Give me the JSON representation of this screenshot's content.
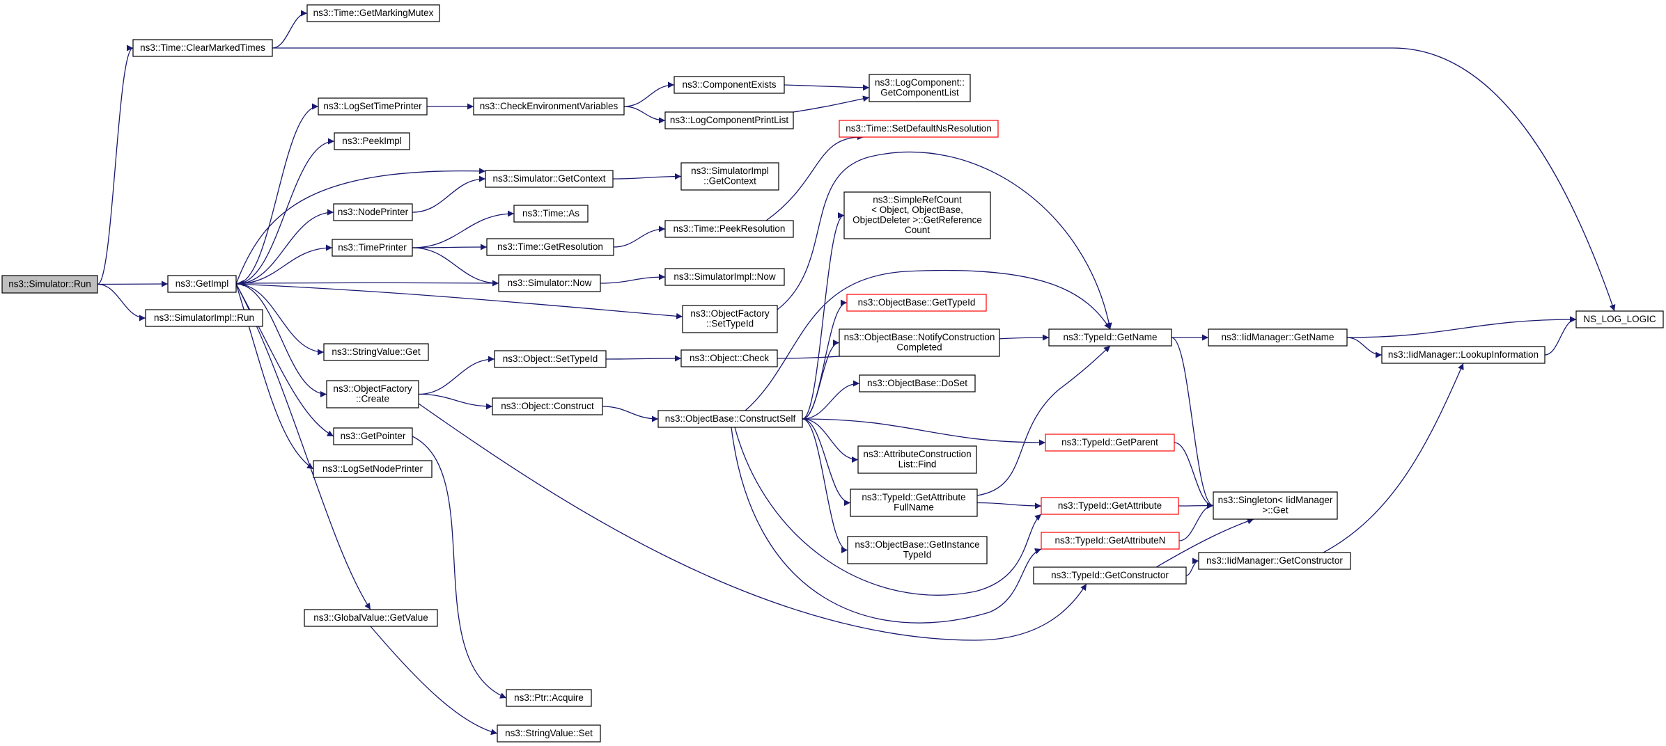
{
  "colors": {
    "edge": "#191970",
    "node_border": "#000000",
    "node_border_truncated": "#ff0000",
    "root_fill": "#bfbfbf",
    "node_fill": "#ffffff"
  },
  "nodes": [
    {
      "id": "run",
      "lines": [
        "ns3::Simulator::Run"
      ],
      "style": "root"
    },
    {
      "id": "clearMarked",
      "lines": [
        "ns3::Time::ClearMarkedTimes"
      ]
    },
    {
      "id": "getMarkingMutex",
      "lines": [
        "ns3::Time::GetMarkingMutex"
      ]
    },
    {
      "id": "getImpl",
      "lines": [
        "ns3::GetImpl"
      ]
    },
    {
      "id": "simImplRun",
      "lines": [
        "ns3::SimulatorImpl::Run"
      ]
    },
    {
      "id": "logSetTimePrinter",
      "lines": [
        "ns3::LogSetTimePrinter"
      ]
    },
    {
      "id": "checkEnv",
      "lines": [
        "ns3::CheckEnvironmentVariables"
      ]
    },
    {
      "id": "componentExists",
      "lines": [
        "ns3::ComponentExists"
      ]
    },
    {
      "id": "logCompPrintList",
      "lines": [
        "ns3::LogComponentPrintList"
      ]
    },
    {
      "id": "getComponentList",
      "lines": [
        "ns3::LogComponent::",
        "GetComponentList"
      ]
    },
    {
      "id": "peekImpl",
      "lines": [
        "ns3::PeekImpl"
      ]
    },
    {
      "id": "simGetContext",
      "lines": [
        "ns3::Simulator::GetContext"
      ]
    },
    {
      "id": "simImplGetContext",
      "lines": [
        "ns3::SimulatorImpl",
        "::GetContext"
      ]
    },
    {
      "id": "nodePrinter",
      "lines": [
        "ns3::NodePrinter"
      ]
    },
    {
      "id": "timeAs",
      "lines": [
        "ns3::Time::As"
      ]
    },
    {
      "id": "timePrinter",
      "lines": [
        "ns3::TimePrinter"
      ]
    },
    {
      "id": "timeGetRes",
      "lines": [
        "ns3::Time::GetResolution"
      ]
    },
    {
      "id": "timePeekRes",
      "lines": [
        "ns3::Time::PeekResolution"
      ]
    },
    {
      "id": "setDefaultNs",
      "lines": [
        "ns3::Time::SetDefaultNsResolution"
      ],
      "style": "truncated"
    },
    {
      "id": "simNow",
      "lines": [
        "ns3::Simulator::Now"
      ]
    },
    {
      "id": "simImplNow",
      "lines": [
        "ns3::SimulatorImpl::Now"
      ]
    },
    {
      "id": "ofSetTypeId",
      "lines": [
        "ns3::ObjectFactory",
        "::SetTypeId"
      ]
    },
    {
      "id": "simpleRefCount",
      "lines": [
        "ns3::SimpleRefCount",
        "< Object, ObjectBase,",
        " ObjectDeleter >::GetReference",
        "Count"
      ]
    },
    {
      "id": "obGetTypeId",
      "lines": [
        "ns3::ObjectBase::GetTypeId"
      ],
      "style": "truncated"
    },
    {
      "id": "stringValueGet",
      "lines": [
        "ns3::StringValue::Get"
      ]
    },
    {
      "id": "ofCreate",
      "lines": [
        "ns3::ObjectFactory",
        "::Create"
      ]
    },
    {
      "id": "objSetTypeId",
      "lines": [
        "ns3::Object::SetTypeId"
      ]
    },
    {
      "id": "objCheck",
      "lines": [
        "ns3::Object::Check"
      ]
    },
    {
      "id": "obNotify",
      "lines": [
        "ns3::ObjectBase::NotifyConstruction",
        "Completed"
      ]
    },
    {
      "id": "obDoSet",
      "lines": [
        "ns3::ObjectBase::DoSet"
      ]
    },
    {
      "id": "objConstruct",
      "lines": [
        "ns3::Object::Construct"
      ]
    },
    {
      "id": "obConstructSelf",
      "lines": [
        "ns3::ObjectBase::ConstructSelf"
      ]
    },
    {
      "id": "getPointer",
      "lines": [
        "ns3::GetPointer"
      ]
    },
    {
      "id": "attrFind",
      "lines": [
        "ns3::AttributeConstruction",
        "List::Find"
      ]
    },
    {
      "id": "logSetNodePrinter",
      "lines": [
        "ns3::LogSetNodePrinter"
      ]
    },
    {
      "id": "tidGetAttrFullName",
      "lines": [
        "ns3::TypeId::GetAttribute",
        "FullName"
      ]
    },
    {
      "id": "obGetInstanceTypeId",
      "lines": [
        "ns3::ObjectBase::GetInstance",
        "TypeId"
      ]
    },
    {
      "id": "tidGetName",
      "lines": [
        "ns3::TypeId::GetName"
      ]
    },
    {
      "id": "tidGetParent",
      "lines": [
        "ns3::TypeId::GetParent"
      ],
      "style": "truncated"
    },
    {
      "id": "tidGetAttribute",
      "lines": [
        "ns3::TypeId::GetAttribute"
      ],
      "style": "truncated"
    },
    {
      "id": "tidGetAttributeN",
      "lines": [
        "ns3::TypeId::GetAttributeN"
      ],
      "style": "truncated"
    },
    {
      "id": "tidGetConstructor",
      "lines": [
        "ns3::TypeId::GetConstructor"
      ]
    },
    {
      "id": "iidGetName",
      "lines": [
        "ns3::IidManager::GetName"
      ]
    },
    {
      "id": "singletonGet",
      "lines": [
        "ns3::Singleton< IidManager",
        " >::Get"
      ]
    },
    {
      "id": "iidGetConstructor",
      "lines": [
        "ns3::IidManager::GetConstructor"
      ]
    },
    {
      "id": "iidLookup",
      "lines": [
        "ns3::IidManager::LookupInformation"
      ]
    },
    {
      "id": "nsLogLogic",
      "lines": [
        "NS_LOG_LOGIC"
      ]
    },
    {
      "id": "globalGetValue",
      "lines": [
        "ns3::GlobalValue::GetValue"
      ]
    },
    {
      "id": "ptrAcquire",
      "lines": [
        "ns3::Ptr::Acquire"
      ]
    },
    {
      "id": "stringValueSet",
      "lines": [
        "ns3::StringValue::Set"
      ]
    }
  ],
  "edges": [
    [
      "run",
      "clearMarked"
    ],
    [
      "run",
      "getImpl"
    ],
    [
      "run",
      "simImplRun"
    ],
    [
      "clearMarked",
      "getMarkingMutex"
    ],
    [
      "clearMarked",
      "nsLogLogic"
    ],
    [
      "getImpl",
      "logSetTimePrinter"
    ],
    [
      "getImpl",
      "peekImpl"
    ],
    [
      "getImpl",
      "simGetContext"
    ],
    [
      "getImpl",
      "nodePrinter"
    ],
    [
      "getImpl",
      "timePrinter"
    ],
    [
      "getImpl",
      "ofSetTypeId"
    ],
    [
      "getImpl",
      "stringValueGet"
    ],
    [
      "getImpl",
      "ofCreate"
    ],
    [
      "getImpl",
      "getPointer"
    ],
    [
      "getImpl",
      "logSetNodePrinter"
    ],
    [
      "getImpl",
      "globalGetValue"
    ],
    [
      "logSetTimePrinter",
      "checkEnv"
    ],
    [
      "checkEnv",
      "componentExists"
    ],
    [
      "checkEnv",
      "logCompPrintList"
    ],
    [
      "componentExists",
      "getComponentList"
    ],
    [
      "logCompPrintList",
      "getComponentList"
    ],
    [
      "simGetContext",
      "simImplGetContext"
    ],
    [
      "nodePrinter",
      "simGetContext"
    ],
    [
      "timePrinter",
      "timeAs"
    ],
    [
      "timePrinter",
      "timeGetRes"
    ],
    [
      "timePrinter",
      "simNow"
    ],
    [
      "timeGetRes",
      "timePeekRes"
    ],
    [
      "timePeekRes",
      "setDefaultNs"
    ],
    [
      "simNow",
      "simImplNow"
    ],
    [
      "simNow",
      "getImpl"
    ],
    [
      "ofSetTypeId",
      "tidGetName"
    ],
    [
      "ofCreate",
      "objSetTypeId"
    ],
    [
      "ofCreate",
      "objConstruct"
    ],
    [
      "ofCreate",
      "tidGetConstructor"
    ],
    [
      "objSetTypeId",
      "objCheck"
    ],
    [
      "objCheck",
      "tidGetName"
    ],
    [
      "objConstruct",
      "obConstructSelf"
    ],
    [
      "obConstructSelf",
      "simpleRefCount"
    ],
    [
      "obConstructSelf",
      "obGetTypeId"
    ],
    [
      "obConstructSelf",
      "obNotify"
    ],
    [
      "obConstructSelf",
      "obDoSet"
    ],
    [
      "obConstructSelf",
      "tidGetParent"
    ],
    [
      "obConstructSelf",
      "attrFind"
    ],
    [
      "obConstructSelf",
      "tidGetAttrFullName"
    ],
    [
      "obConstructSelf",
      "obGetInstanceTypeId"
    ],
    [
      "obConstructSelf",
      "tidGetAttribute"
    ],
    [
      "obConstructSelf",
      "tidGetAttributeN"
    ],
    [
      "obConstructSelf",
      "tidGetName"
    ],
    [
      "tidGetAttrFullName",
      "tidGetName"
    ],
    [
      "tidGetAttrFullName",
      "tidGetAttribute"
    ],
    [
      "tidGetName",
      "iidGetName"
    ],
    [
      "tidGetName",
      "singletonGet"
    ],
    [
      "tidGetParent",
      "singletonGet"
    ],
    [
      "tidGetAttribute",
      "singletonGet"
    ],
    [
      "tidGetAttributeN",
      "singletonGet"
    ],
    [
      "tidGetConstructor",
      "singletonGet"
    ],
    [
      "tidGetConstructor",
      "iidGetConstructor"
    ],
    [
      "iidGetName",
      "iidLookup"
    ],
    [
      "iidGetName",
      "nsLogLogic"
    ],
    [
      "iidLookup",
      "nsLogLogic"
    ],
    [
      "iidGetConstructor",
      "iidLookup"
    ],
    [
      "getPointer",
      "ptrAcquire"
    ],
    [
      "globalGetValue",
      "stringValueSet"
    ]
  ]
}
